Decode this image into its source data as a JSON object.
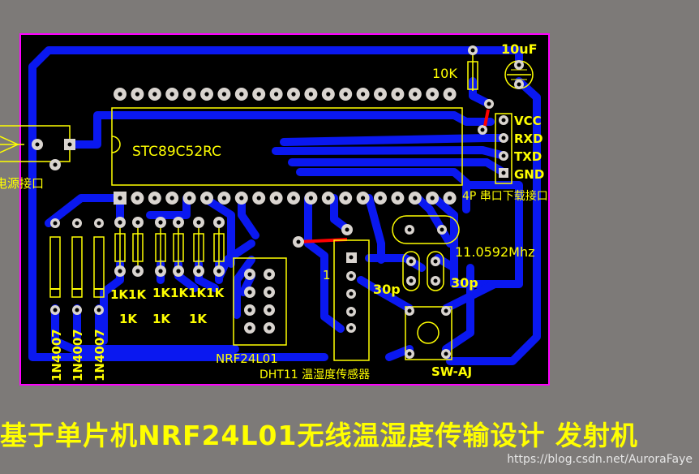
{
  "labels": {
    "mcu": "STC89C52RC",
    "resistor_top": "10K",
    "cap_top": "10uF",
    "pin_vcc": "VCC",
    "pin_rxd": "RXD",
    "pin_txd": "TXD",
    "pin_gnd": "GND",
    "serial_port": "4P 串口下载接口",
    "power_port": "电源接口",
    "crystal": "11.0592Mhz",
    "cap_a": "30p",
    "cap_b": "30p",
    "r_row1": "1K1K",
    "r_row2": "1K1K1K1K",
    "r_row3a": "1K",
    "r_row3b": "1K",
    "r_row3c": "1K",
    "diode1": "1N4007",
    "diode2": "1N4007",
    "diode3": "1N4007",
    "nrf_module": "NRF24L01",
    "dht_sensor": "DHT11 温湿度传感器",
    "dht_pin1": "1",
    "switch": "SW-AJ"
  },
  "caption": "基于单片机NRF24L01无线温湿度传输设计   发射机",
  "watermark": "https://blog.csdn.net/AuroraFaye",
  "colors": {
    "background": "#7d7a78",
    "board": "#000000",
    "board_border": "#ff00ff",
    "trace": "#0a18f0",
    "silkscreen": "#ffff00",
    "pad": "#d9d4cf",
    "jumper": "#ff0000"
  }
}
